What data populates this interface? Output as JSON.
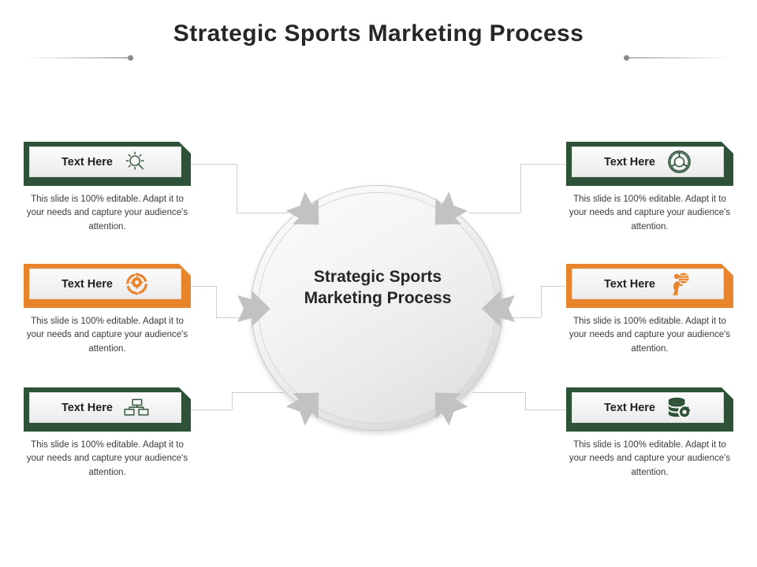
{
  "slide": {
    "title": "Strategic Sports Marketing Process",
    "background_color": "#FFFFFF"
  },
  "theme": {
    "green": "#2E5238",
    "orange": "#E8842C",
    "arrow_gray": "#C2C2C2",
    "connector_gray": "#CFCFCF",
    "text_dark": "#262626"
  },
  "center": {
    "label_line1": "Strategic Sports",
    "label_line2": "Marketing Process"
  },
  "body_text": "This slide is 100% editable. Adapt it to your needs and capture your audience's attention.",
  "items": [
    {
      "id": "top-left",
      "label": "Text Here",
      "description": "This slide is 100% editable. Adapt it to your needs and capture your audience's attention.",
      "color": "#2E5238",
      "color_name": "green",
      "icon": "magnifier-rays-icon",
      "side": "left"
    },
    {
      "id": "middle-left",
      "label": "Text Here",
      "description": "This slide is 100% editable. Adapt it to your needs and capture your audience's attention.",
      "color": "#E8842C",
      "color_name": "orange",
      "icon": "gear-cycle-icon",
      "side": "left"
    },
    {
      "id": "bottom-left",
      "label": "Text Here",
      "description": "This slide is 100% editable. Adapt it to your needs and capture your audience's attention.",
      "color": "#2E5238",
      "color_name": "green",
      "icon": "org-chart-icon",
      "side": "left"
    },
    {
      "id": "top-right",
      "label": "Text Here",
      "description": "This slide is 100% editable. Adapt it to your needs and capture your audience's attention.",
      "color": "#2E5238",
      "color_name": "green",
      "icon": "donut-chart-icon",
      "side": "right"
    },
    {
      "id": "middle-right",
      "label": "Text Here",
      "description": "This slide is 100% editable. Adapt it to your needs and capture your audience's attention.",
      "color": "#E8842C",
      "color_name": "orange",
      "icon": "person-globe-icon",
      "side": "right"
    },
    {
      "id": "bottom-right",
      "label": "Text Here",
      "description": "This slide is 100% editable. Adapt it to your needs and capture your audience's attention.",
      "color": "#2E5238",
      "color_name": "green",
      "icon": "database-gear-icon",
      "side": "right"
    }
  ],
  "decor": {
    "arrow_count": 6,
    "arrow_direction": "inward",
    "rule_left": "gradient-line-with-dot",
    "rule_right": "gradient-line-with-dot"
  }
}
